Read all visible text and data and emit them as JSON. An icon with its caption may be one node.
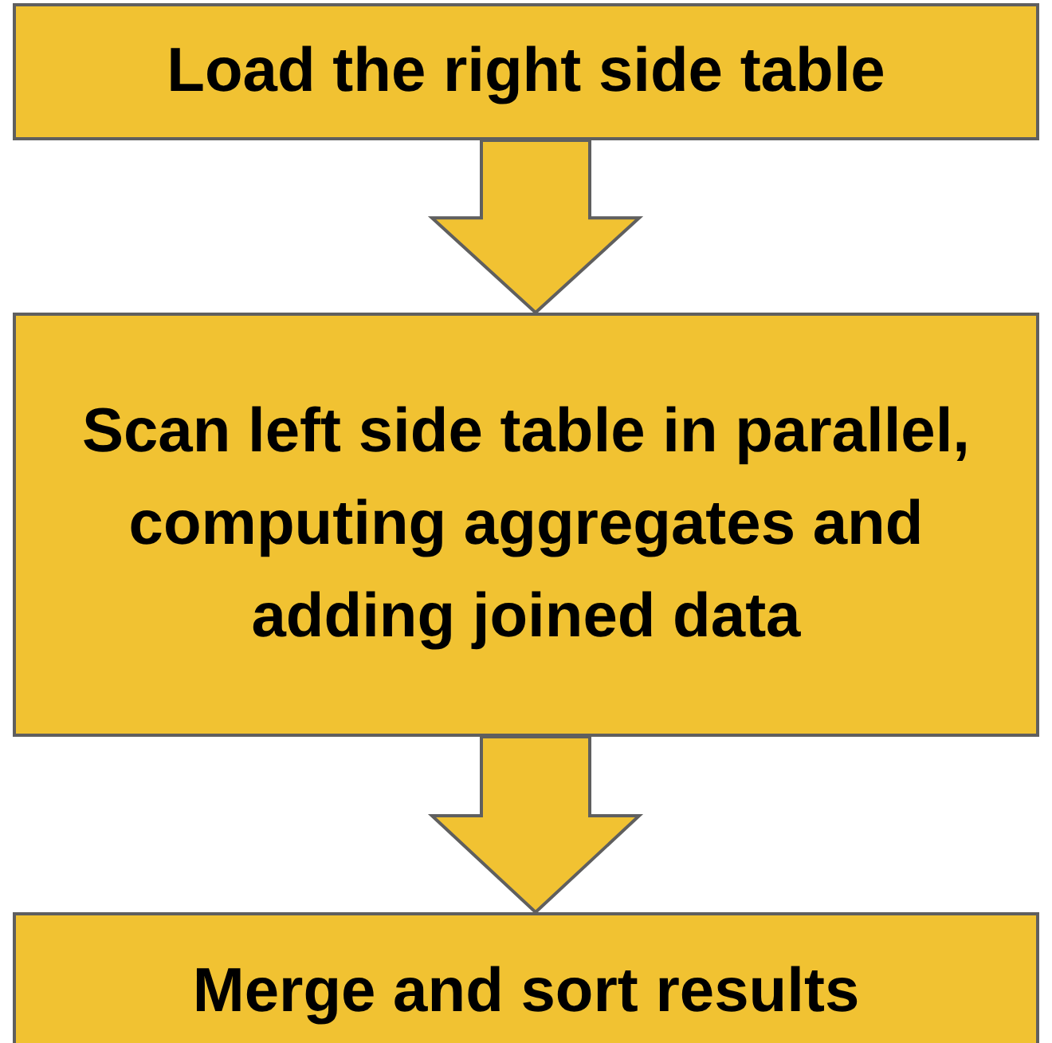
{
  "diagram": {
    "nodes": [
      {
        "text": [
          "Load the right side table"
        ]
      },
      {
        "text": [
          "Scan left side table in parallel, computing aggregates and adding joined data"
        ]
      },
      {
        "text": [
          "Merge and sort results"
        ]
      }
    ],
    "edges": [
      {
        "from": 0,
        "to": 1,
        "arrow": "to"
      },
      {
        "from": 1,
        "to": 2,
        "arrow": "to"
      }
    ]
  }
}
